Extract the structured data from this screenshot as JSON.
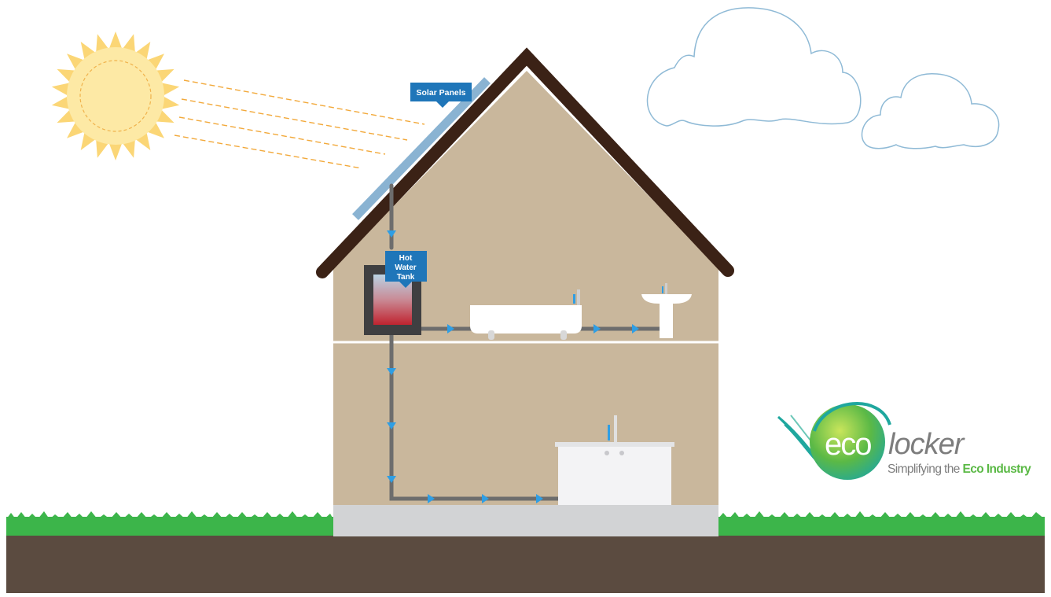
{
  "labels": {
    "solar_panels": "Solar Panels",
    "hot_water_tank": [
      "Hot",
      "Water",
      "Tank"
    ]
  },
  "logo": {
    "word_eco": "eco",
    "word_locker": "locker",
    "tagline_lead": "Simplifying the ",
    "tagline_accent": "Eco Industry"
  },
  "colors": {
    "sky": "#ffffff",
    "sun": "#fde9a5",
    "sun_rays": "#fbd676",
    "sun_beam": "#f2a93b",
    "cloud_stroke": "#8fbad6",
    "house_wall": "#c9b79c",
    "roof": "#3b2216",
    "solar_panel": "#8ab3d2",
    "label_box": "#1f76b9",
    "pipe": "#6d6d6d",
    "flow_arrow": "#2f9ee4",
    "grass": "#3cb54a",
    "soil": "#5b4b40",
    "foundation": "#d2d3d5",
    "logo_teal": "#1fa79e",
    "logo_green": "#5bb946",
    "logo_grey": "#7d7d7d"
  }
}
